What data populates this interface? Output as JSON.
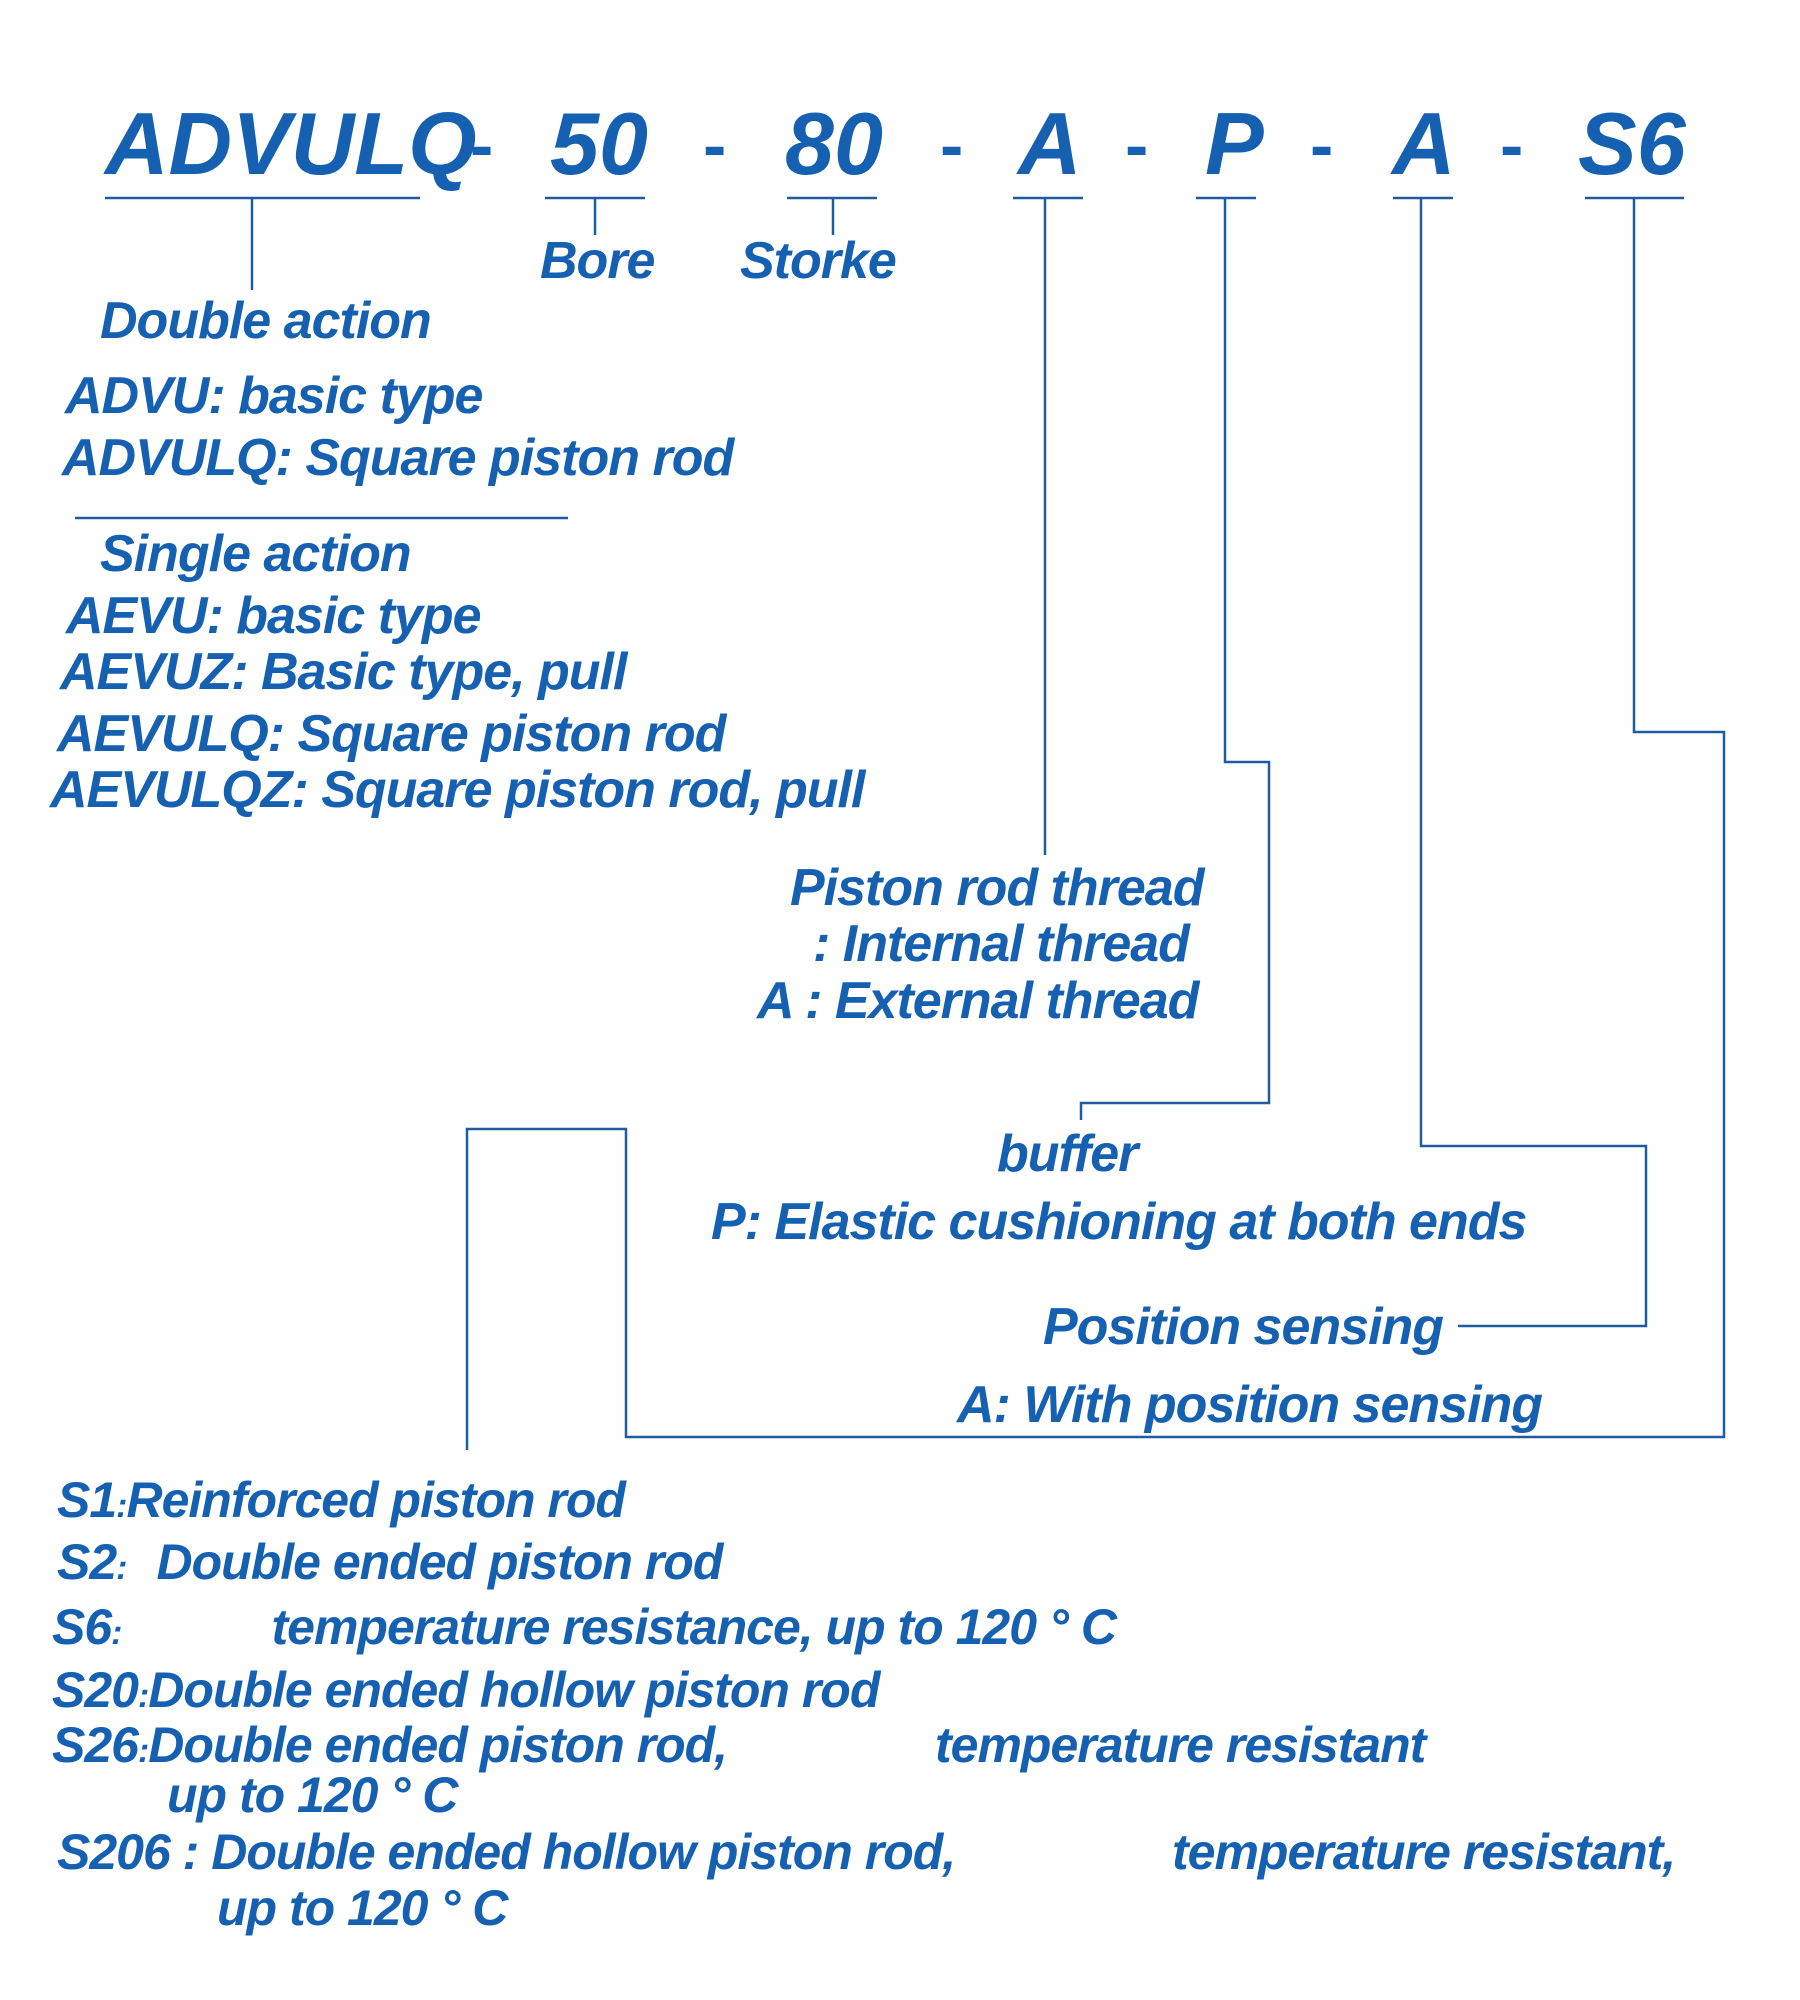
{
  "colors": {
    "text": "#1560b0",
    "lines": "#1d5ca0",
    "background": "#ffffff"
  },
  "code": {
    "model": "ADVULQ",
    "bore": "50",
    "stroke": "80",
    "thread": "A",
    "buffer": "P",
    "sensing": "A",
    "special": "S6",
    "separator": "-"
  },
  "labels": {
    "bore": "Bore",
    "stroke": "Storke"
  },
  "double_action": {
    "title": "Double action",
    "items": [
      "ADVU: basic type",
      "ADVULQ: Square piston rod"
    ]
  },
  "single_action": {
    "title": "Single action",
    "items": [
      "AEVU: basic type",
      "AEVUZ: Basic type, pull",
      "AEVULQ: Square piston rod",
      "AEVULQZ: Square piston rod, pull"
    ]
  },
  "piston_thread": {
    "title": "Piston rod thread",
    "items": [
      ": Internal thread",
      "A : External thread"
    ]
  },
  "buffer": {
    "title": "buffer",
    "items": [
      "P: Elastic cushioning at both ends"
    ]
  },
  "position_sensing": {
    "title": "Position sensing",
    "items": [
      "A: With position sensing"
    ]
  },
  "special_options": [
    {
      "code": "S1",
      "sep": ":",
      "text": "Reinforced piston rod"
    },
    {
      "code": "S2",
      "sep": ":",
      "text": "Double ended piston rod"
    },
    {
      "code": "S6",
      "sep": ":",
      "text": "temperature resistance, up to 120 ° C"
    },
    {
      "code": "S20",
      "sep": ":",
      "text": "Double ended hollow piston rod"
    },
    {
      "code": "S26",
      "sep": ":",
      "text": "Double ended piston rod,",
      "text2": "temperature resistant",
      "cont": "up to 120 ° C"
    },
    {
      "code": "S206",
      "sep": " : ",
      "text": "Double ended hollow piston rod,",
      "text2": "temperature resistant,",
      "cont": "up to 120 ° C"
    }
  ]
}
